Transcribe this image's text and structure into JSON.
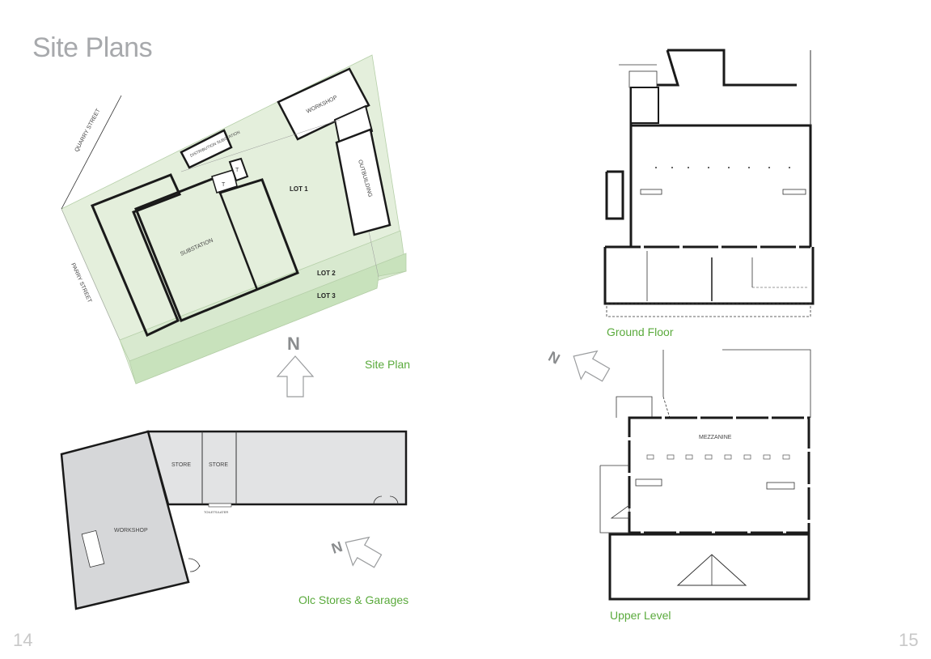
{
  "title": "Site Plans",
  "pages": {
    "left": "14",
    "right": "15"
  },
  "captions": {
    "site_plan": "Site Plan",
    "stores": "Olc Stores & Garages",
    "ground_floor": "Ground Floor",
    "upper_level": "Upper Level"
  },
  "site_plan": {
    "streets": {
      "quarry": "QUARRY STREET",
      "parry": "PARRY STREET"
    },
    "buildings": {
      "workshop": "WORKSHOP",
      "distribution": "DISTRIBUTION SUBSTATION",
      "outbuilding": "OUTBUILDING",
      "substation": "SUBSTATION",
      "t1": "T",
      "t2": "T"
    },
    "lots": {
      "lot1": "LOT 1",
      "lot2": "LOT 2",
      "lot3": "LOT 3"
    },
    "north": "N"
  },
  "stores_plan": {
    "store1": "STORE",
    "store2": "STORE",
    "workshop": "WORKSHOP",
    "small": "TOILETS/LATER"
  },
  "upper_level": {
    "mezzanine": "MEZZANINE"
  },
  "colors": {
    "accent": "#5aaa3c",
    "title": "#a7a9ac",
    "lawn": "#e4efdc",
    "lot": "#c8e2bc",
    "building_grey": "#e2e3e4"
  }
}
